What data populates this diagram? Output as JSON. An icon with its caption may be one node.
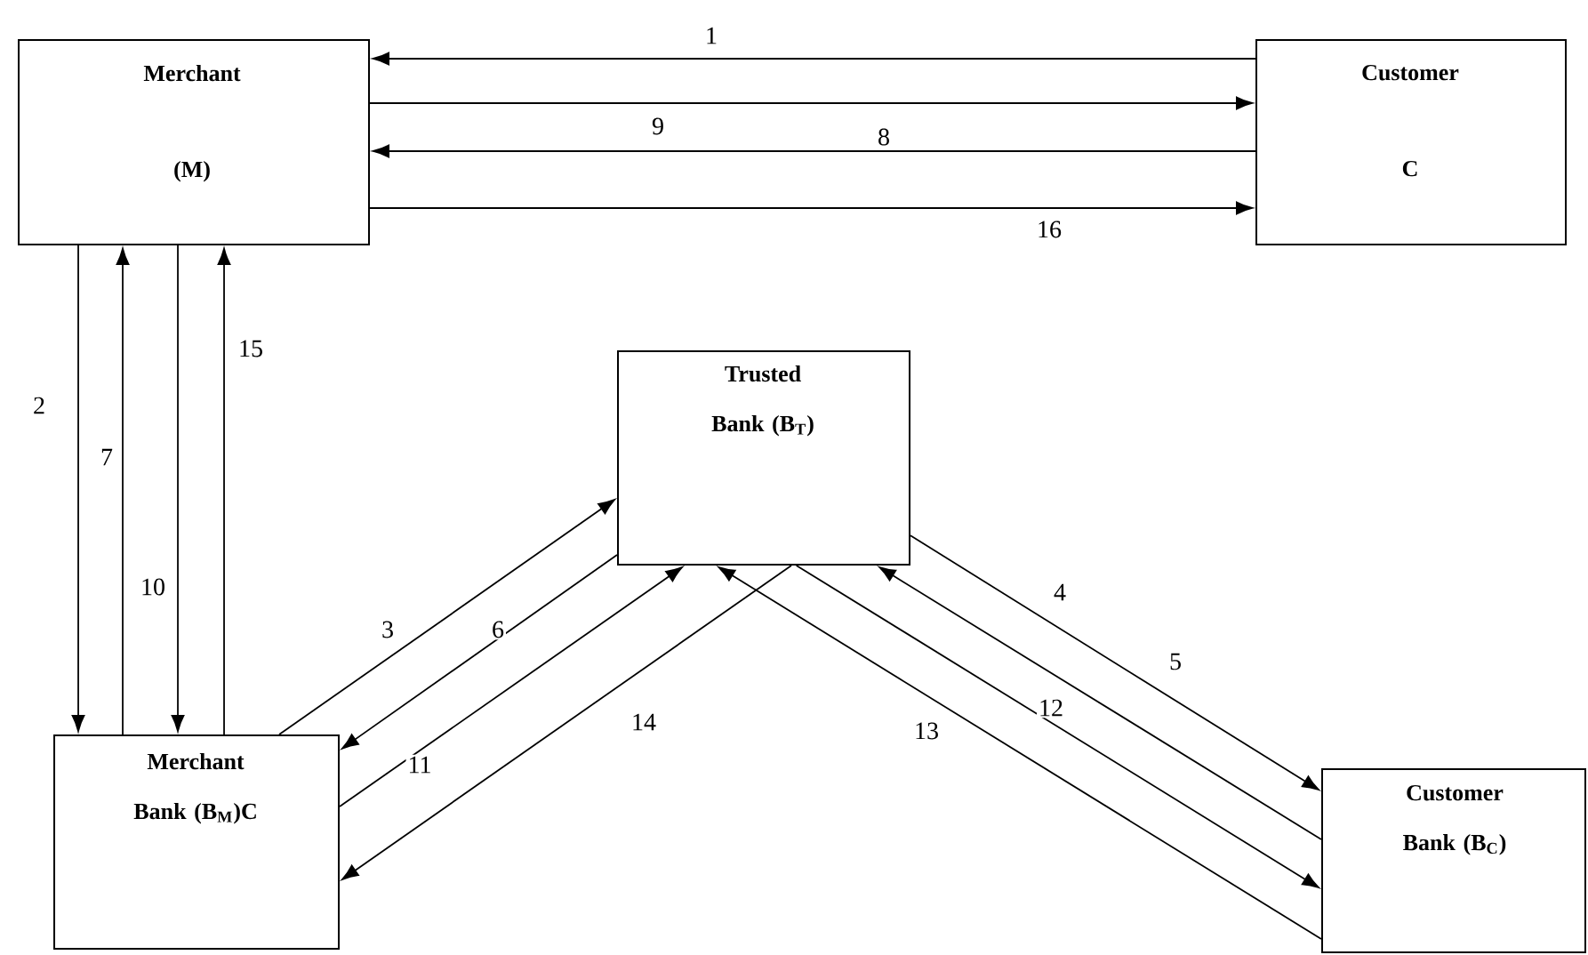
{
  "diagram": {
    "nodes": [
      {
        "text": [
          "Merchant",
          "(M)"
        ]
      },
      {
        "text": [
          "Customer",
          "C"
        ]
      },
      {
        "text": [
          "Trusted Bank (B$_{T}$)"
        ]
      },
      {
        "text": [
          "Merchant Bank (B$_{M}$)C"
        ]
      },
      {
        "text": [
          "Customer Bank (B$_{C}$)"
        ]
      }
    ],
    "edges": [
      {
        "from": 1,
        "to": 0,
        "arrow": "to",
        "label": "1"
      },
      {
        "from": 0,
        "to": 3,
        "arrow": "to",
        "label": "2"
      },
      {
        "from": 3,
        "to": 2,
        "arrow": "to",
        "label": "3"
      },
      {
        "from": 2,
        "to": 4,
        "arrow": "to",
        "label": "4"
      },
      {
        "from": 4,
        "to": 2,
        "arrow": "to",
        "label": "5"
      },
      {
        "from": 2,
        "to": 3,
        "arrow": "to",
        "label": "6"
      },
      {
        "from": 3,
        "to": 0,
        "arrow": "to",
        "label": "7"
      },
      {
        "from": 1,
        "to": 0,
        "arrow": "to",
        "label": "8"
      },
      {
        "from": 0,
        "to": 1,
        "arrow": "to",
        "label": "9"
      },
      {
        "from": 0,
        "to": 3,
        "arrow": "to",
        "label": "10"
      },
      {
        "from": 3,
        "to": 2,
        "arrow": "to",
        "label": "11"
      },
      {
        "from": 2,
        "to": 4,
        "arrow": "to",
        "label": "12"
      },
      {
        "from": 4,
        "to": 2,
        "arrow": "to",
        "label": "13"
      },
      {
        "from": 2,
        "to": 3,
        "arrow": "to",
        "label": "14"
      },
      {
        "from": 3,
        "to": 0,
        "arrow": "to",
        "label": "15"
      },
      {
        "from": 0,
        "to": 1,
        "arrow": "to",
        "label": "16"
      }
    ]
  }
}
